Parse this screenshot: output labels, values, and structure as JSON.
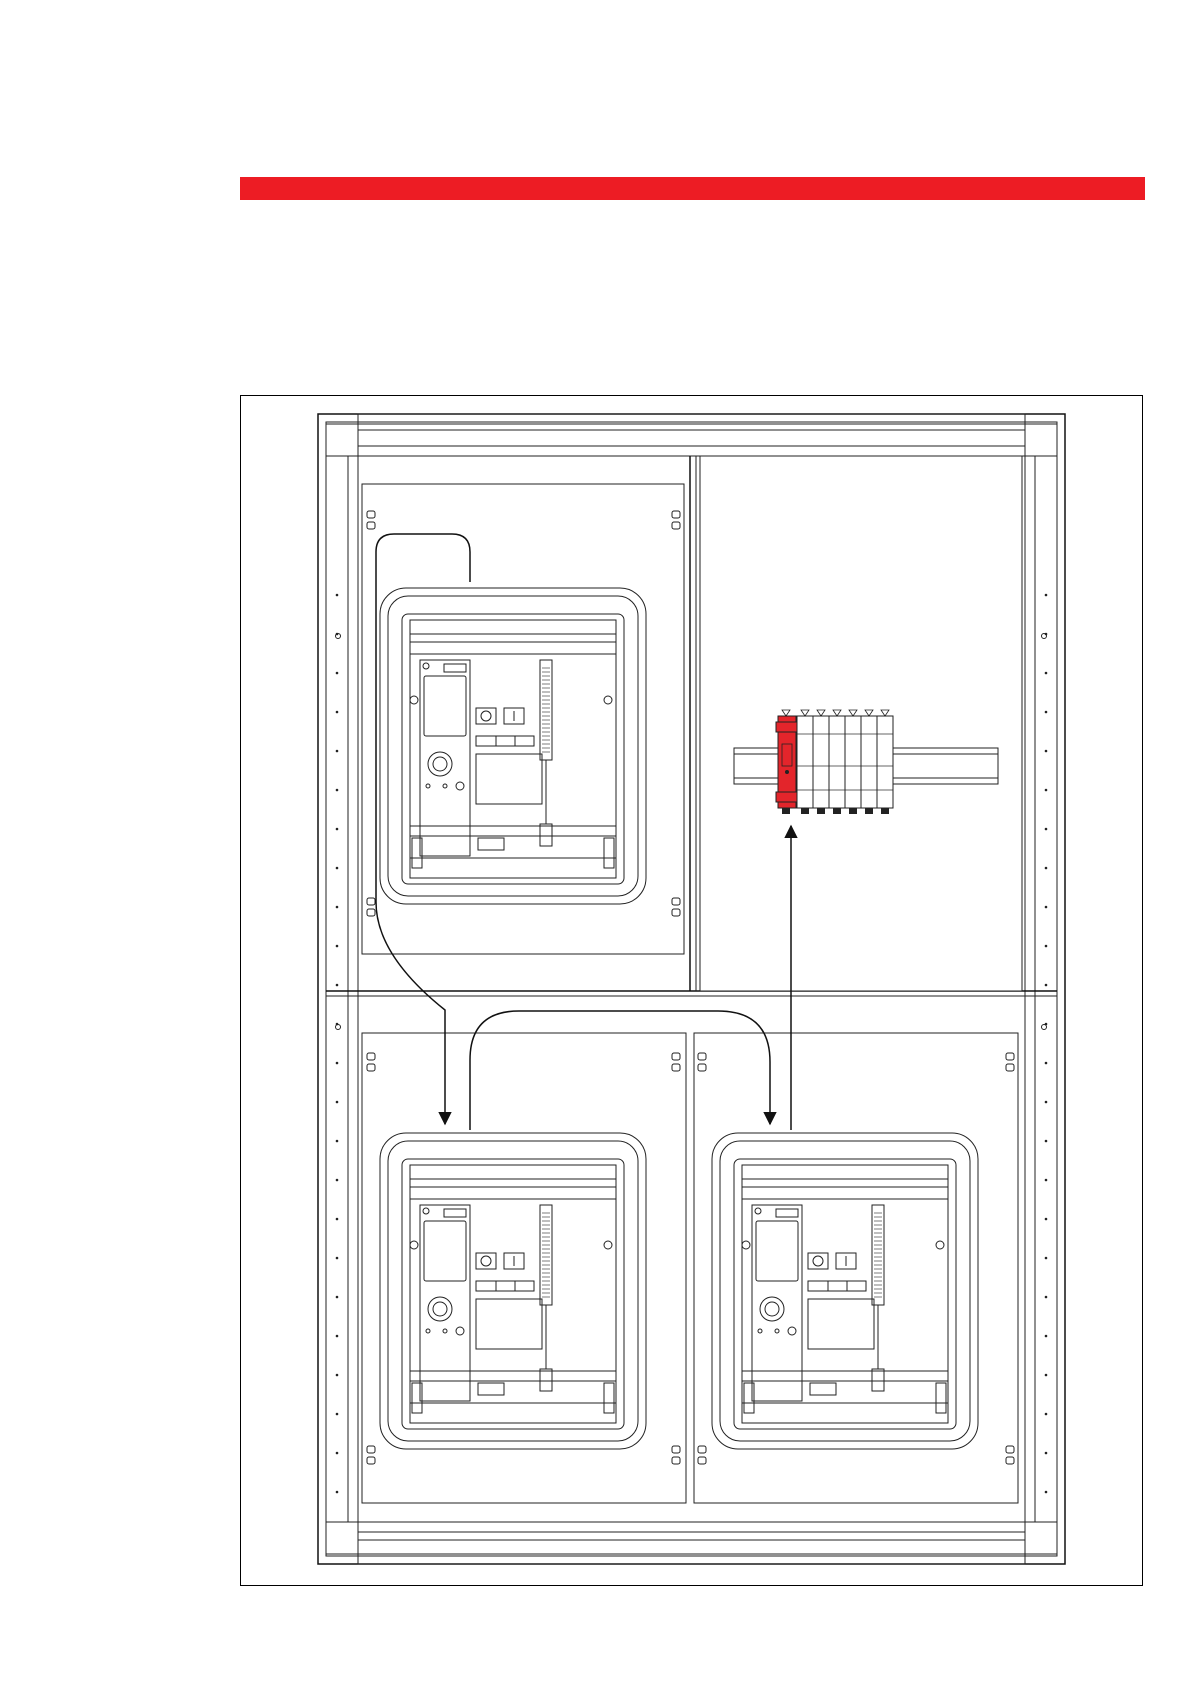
{
  "colors": {
    "accent": "#ed1c24",
    "line": "#1a1a1a",
    "paper": "#ffffff",
    "highlight_device": "#e3252b"
  },
  "diagram": {
    "nodes": [
      {
        "id": "breaker-top-left",
        "kind": "air-circuit-breaker"
      },
      {
        "id": "breaker-bottom-left",
        "kind": "air-circuit-breaker"
      },
      {
        "id": "breaker-bottom-right",
        "kind": "air-circuit-breaker"
      },
      {
        "id": "din-rail-modules",
        "kind": "modular-devices-on-din-rail",
        "highlighted": true
      }
    ],
    "edges": [
      {
        "from": "breaker-top-left",
        "to": "breaker-bottom-left"
      },
      {
        "from": "breaker-bottom-left",
        "to": "breaker-bottom-right"
      },
      {
        "from": "breaker-bottom-right",
        "to": "din-rail-modules"
      }
    ]
  }
}
